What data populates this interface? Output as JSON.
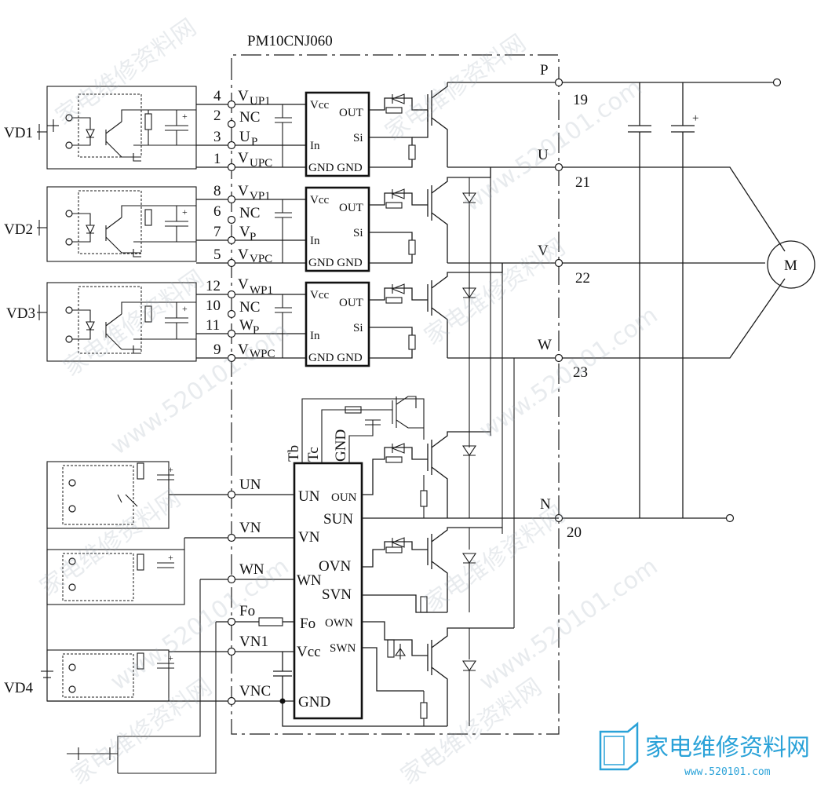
{
  "module_title": "PM10CNJ060",
  "drivers": [
    "VD1",
    "VD2",
    "VD3",
    "VD4"
  ],
  "high_side": [
    {
      "pins": [
        "4",
        "2",
        "3",
        "1"
      ],
      "pin_labels": [
        "V",
        "UP1",
        "NC",
        "U",
        "P",
        "V",
        "UPC"
      ]
    },
    {
      "pins": [
        "8",
        "6",
        "7",
        "5"
      ],
      "pin_labels": [
        "V",
        "VP1",
        "NC",
        "V",
        "P",
        "V",
        "VPC"
      ]
    },
    {
      "pins": [
        "12",
        "10",
        "11",
        "9"
      ],
      "pin_labels": [
        "V",
        "WP1",
        "NC",
        "W",
        "P",
        "V",
        "WPC"
      ]
    }
  ],
  "gate_chip": {
    "vcc": "Vcc",
    "out": "OUT",
    "in": "In",
    "si": "Si",
    "gnd": "GND GND"
  },
  "low_chip": {
    "top_pins": [
      "Tb",
      "Tc",
      "GND"
    ],
    "left_pins": [
      "UN",
      "VN",
      "WN",
      "Fo",
      "Vcc",
      "GND"
    ],
    "right_pins": [
      "OUN",
      "SUN",
      "OVN",
      "SVN",
      "OWN",
      "SWN"
    ]
  },
  "low_lines": [
    "UN",
    "VN",
    "WN",
    "Fo",
    "VN1",
    "VNC"
  ],
  "terminals": [
    {
      "name": "P",
      "num": "19"
    },
    {
      "name": "U",
      "num": "21"
    },
    {
      "name": "V",
      "num": "22"
    },
    {
      "name": "W",
      "num": "23"
    },
    {
      "name": "N",
      "num": "20"
    }
  ],
  "motor_label": "M",
  "logo": {
    "title": "家电维修资料网",
    "sub": "www.520101.com"
  }
}
